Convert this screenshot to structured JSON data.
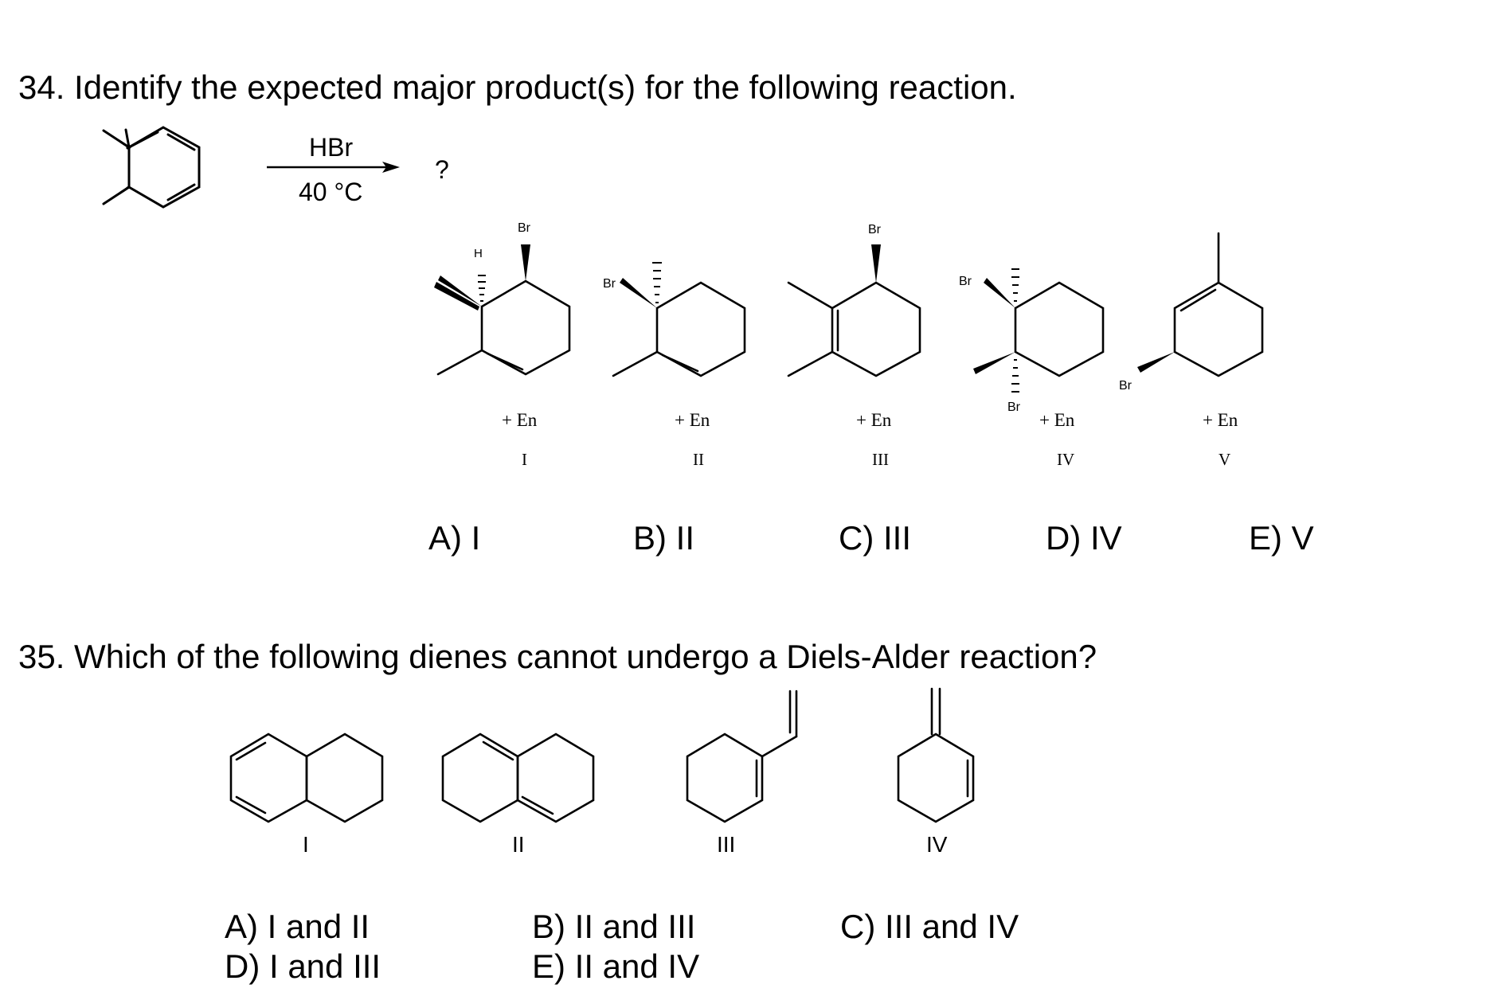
{
  "q34": {
    "question": "34. Identify the expected major product(s) for the following reaction.",
    "reagent": "HBr",
    "condition": "40 °C",
    "unknown": "?",
    "atom_label": "Br",
    "h_label": "H",
    "products": [
      {
        "addend": "+ En",
        "numeral": "I"
      },
      {
        "addend": "+ En",
        "numeral": "II"
      },
      {
        "addend": "+ En",
        "numeral": "III"
      },
      {
        "addend": "+ En",
        "numeral": "IV"
      },
      {
        "addend": "+ En",
        "numeral": "V"
      }
    ],
    "choices": [
      "A) I",
      "B) II",
      "C) III",
      "D) IV",
      "E) V"
    ]
  },
  "q35": {
    "question": "35. Which of the following dienes cannot undergo a Diels-Alder reaction?",
    "dienes": [
      "I",
      "II",
      "III",
      "IV"
    ],
    "choices": [
      "A) I and II",
      "D) I and III",
      "B) II and III",
      "E) II and IV",
      "C) III and IV"
    ]
  }
}
